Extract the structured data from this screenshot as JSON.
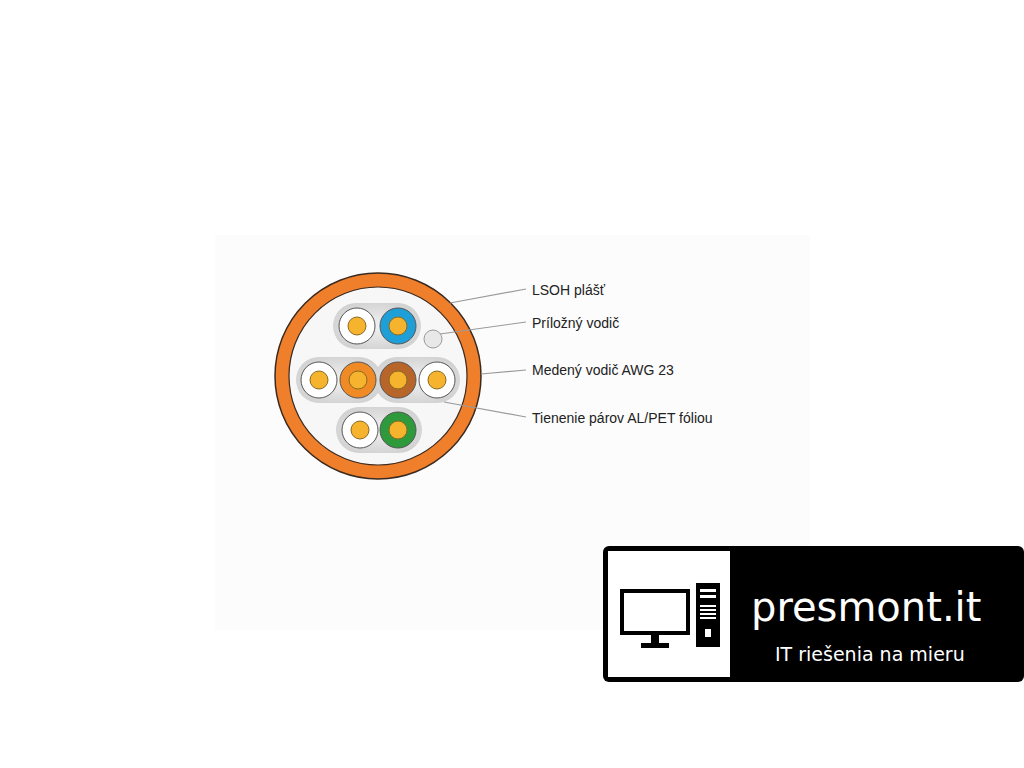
{
  "diagram": {
    "nodes": [
      {
        "text": [
          "presmont.it",
          "IT riešenia na mieru"
        ]
      }
    ],
    "labels": [
      "LSOH plášť",
      "Príložný vodič",
      "Medený vodič AWG 23",
      "Tienenie párov AL/PET fóliou"
    ]
  }
}
